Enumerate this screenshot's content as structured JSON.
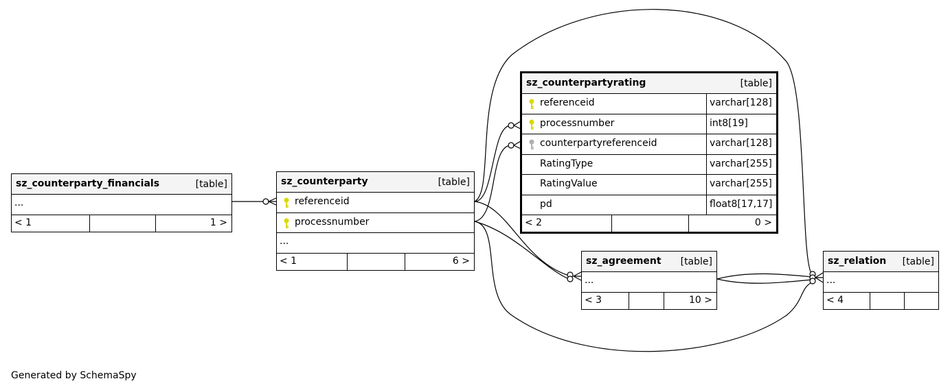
{
  "tables": {
    "financials": {
      "name": "sz_counterparty_financials",
      "kind": "[table]",
      "ellipsis": "...",
      "parents": "< 1",
      "children": "1 >"
    },
    "counterparty": {
      "name": "sz_counterparty",
      "kind": "[table]",
      "columns": [
        {
          "name": "referenceid",
          "key": "primary"
        },
        {
          "name": "processnumber",
          "key": "primary"
        }
      ],
      "ellipsis": "...",
      "parents": "< 1",
      "children": "6 >"
    },
    "rating": {
      "name": "sz_counterpartyrating",
      "kind": "[table]",
      "columns": [
        {
          "name": "referenceid",
          "type": "varchar[128]",
          "key": "primary"
        },
        {
          "name": "processnumber",
          "type": "int8[19]",
          "key": "primary"
        },
        {
          "name": "counterpartyreferenceid",
          "type": "varchar[128]",
          "key": "foreign"
        },
        {
          "name": "RatingType",
          "type": "varchar[255]",
          "key": "none"
        },
        {
          "name": "RatingValue",
          "type": "varchar[255]",
          "key": "none"
        },
        {
          "name": "pd",
          "type": "float8[17,17]",
          "key": "none"
        }
      ],
      "parents": "< 2",
      "children": "0 >"
    },
    "agreement": {
      "name": "sz_agreement",
      "kind": "[table]",
      "ellipsis": "...",
      "parents": "< 3",
      "children": "10 >"
    },
    "relation": {
      "name": "sz_relation",
      "kind": "[table]",
      "ellipsis": "...",
      "parents": "< 4",
      "children": ""
    }
  },
  "credit": "Generated by SchemaSpy",
  "colors": {
    "primary_key": "#d9d900",
    "foreign_key": "#b0b0b0",
    "header_bg": "#f4f4f4"
  },
  "icons": {
    "primary_key": "key-icon",
    "foreign_key": "key-icon"
  }
}
